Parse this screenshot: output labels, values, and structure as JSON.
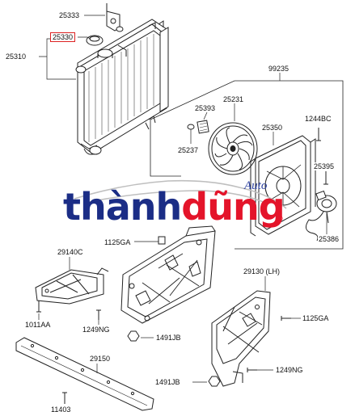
{
  "parts": {
    "p25333": "25333",
    "p25330": "25330",
    "p25310": "25310",
    "p99235": "99235",
    "p25393": "25393",
    "p25231": "25231",
    "p25350": "25350",
    "p1244BC": "1244BC",
    "p25237": "25237",
    "p25395": "25395",
    "p25386": "25386",
    "p1125GA_top": "1125GA",
    "p29140C": "29140C",
    "p29130": "29130 (LH)",
    "p1011AA": "1011AA",
    "p1249NG_left": "1249NG",
    "p1491JB_mid": "1491JB",
    "p1125GA_right": "1125GA",
    "p29150": "29150",
    "p1491JB_low": "1491JB",
    "p1249NG_low": "1249NG",
    "p_bottom_cut": "11403"
  },
  "watermark": {
    "brand_main": "thành",
    "brand_accent": "dũng",
    "brand_sub": "Auto",
    "brand_reg": "®",
    "color_primary": "#1b2d86",
    "color_accent": "#e4142a"
  }
}
